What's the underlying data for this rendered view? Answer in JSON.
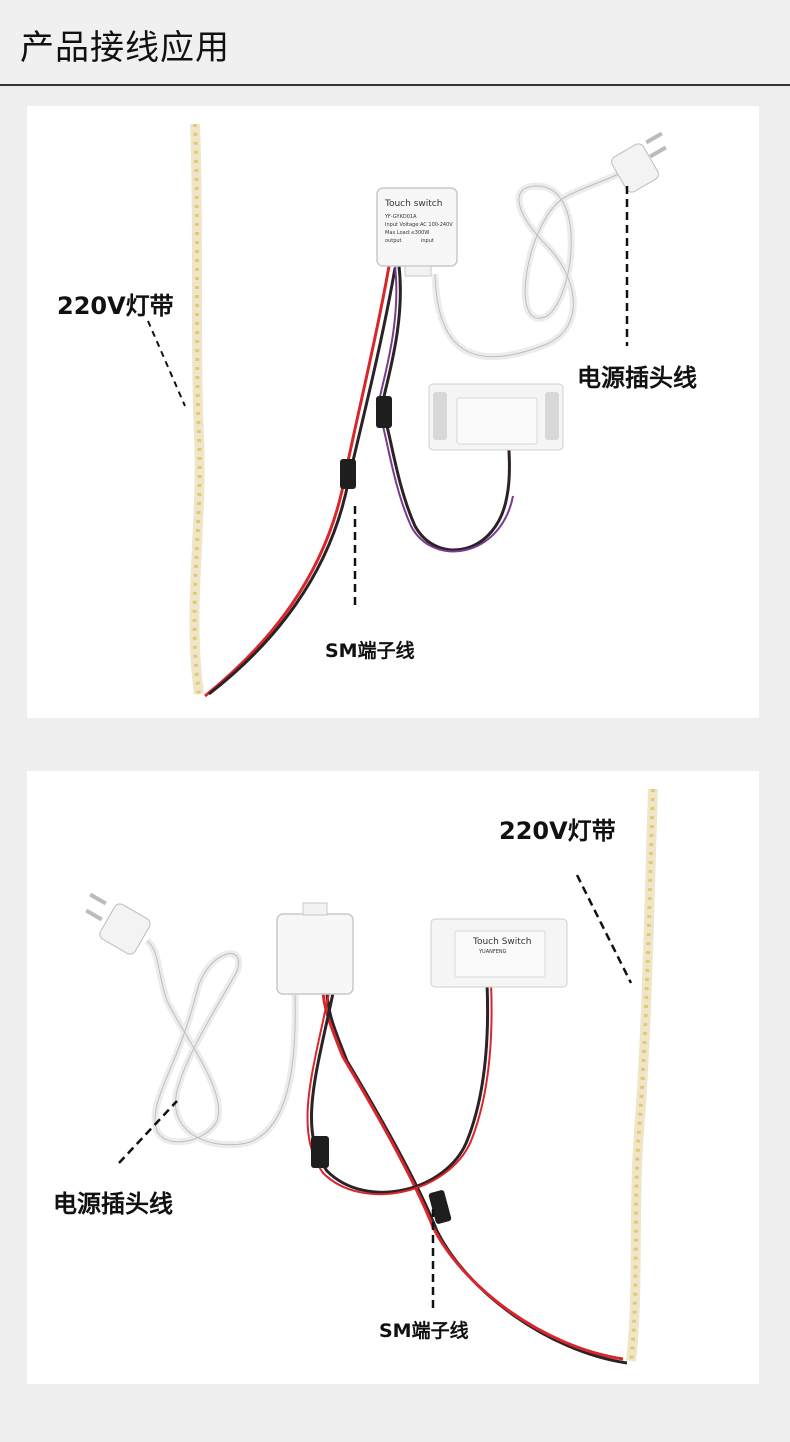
{
  "header": {
    "title": "产品接线应用"
  },
  "panel1": {
    "labels": {
      "strip": "220V灯带",
      "plug_cable": "电源插头线",
      "sm_cable": "SM端子线"
    },
    "device": {
      "title": "Touch switch",
      "model": "YF-GYKD01A",
      "voltage": "Input Voltage:AC 100-240V",
      "load": "Max Load:≤300W",
      "output": "output",
      "input": "input"
    }
  },
  "panel2": {
    "labels": {
      "strip": "220V灯带",
      "plug_cable": "电源插头线",
      "sm_cable": "SM端子线"
    },
    "device": {
      "title": "Touch Switch",
      "brand": "YUANFENG"
    }
  },
  "colors": {
    "red_wire": "#d9262a",
    "black_wire": "#2a2226",
    "white_cable": "#f2f2f2",
    "strip": "#efe6c8",
    "led": "#e6c77a"
  }
}
